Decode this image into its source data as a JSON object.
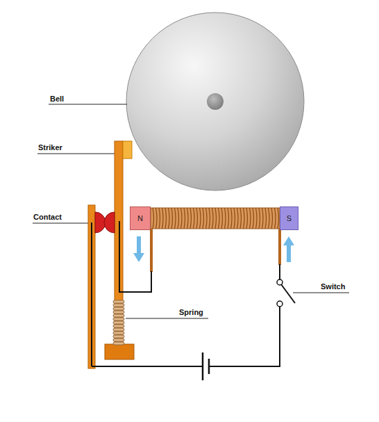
{
  "diagram": {
    "nodes": [
      {
        "text": [
          "N"
        ]
      },
      {
        "text": [
          "S"
        ]
      }
    ],
    "labels": [
      "Bell",
      "Striker",
      "Contact",
      "Spring",
      "Switch"
    ]
  }
}
